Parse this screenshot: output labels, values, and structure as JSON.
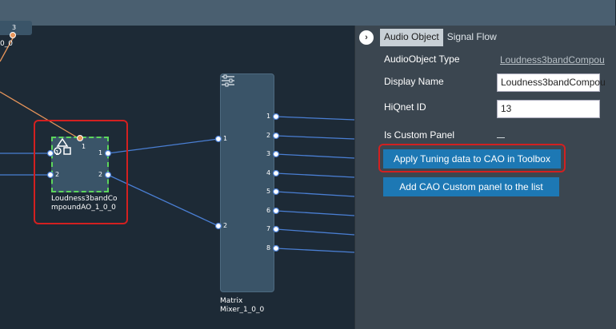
{
  "canvas": {
    "top_block": {
      "port_label": "3",
      "name_fragment": "0_0"
    },
    "cao_block": {
      "name_line1": "Loudness3bandCo",
      "name_line2": "mpoundAO_1_0_0",
      "in_top": "1",
      "in_ports": [
        "1",
        "2"
      ],
      "out_ports": [
        "1",
        "2"
      ]
    },
    "mixer_block": {
      "name_line1": "Matrix",
      "name_line2": "Mixer_1_0_0",
      "in_ports": [
        "1",
        "2"
      ],
      "out_ports": [
        "1",
        "2",
        "3",
        "4",
        "5",
        "6",
        "7",
        "8"
      ]
    }
  },
  "panel": {
    "collapse_glyph": "›",
    "tabs": [
      {
        "label": "Audio Object",
        "active": true
      },
      {
        "label": "Signal Flow",
        "active": false
      }
    ],
    "fields": {
      "audio_object_type": {
        "label": "AudioObject Type",
        "value": "Loudness3bandCompou"
      },
      "display_name": {
        "label": "Display Name",
        "value": "Loudness3bandCompou"
      },
      "hiqnet_id": {
        "label": "HiQnet ID",
        "value": "13"
      },
      "is_custom_panel": {
        "label": "Is Custom Panel",
        "checked": false
      }
    },
    "buttons": {
      "apply_tuning": "Apply Tuning data to CAO in Toolbox",
      "add_custom_panel": "Add CAO Custom panel to the list"
    }
  },
  "colors": {
    "wire": "#4a7fd4",
    "control_wire": "#e8955a",
    "highlight": "#d32020",
    "selection": "#5cd65c",
    "button": "#1d78b4"
  }
}
